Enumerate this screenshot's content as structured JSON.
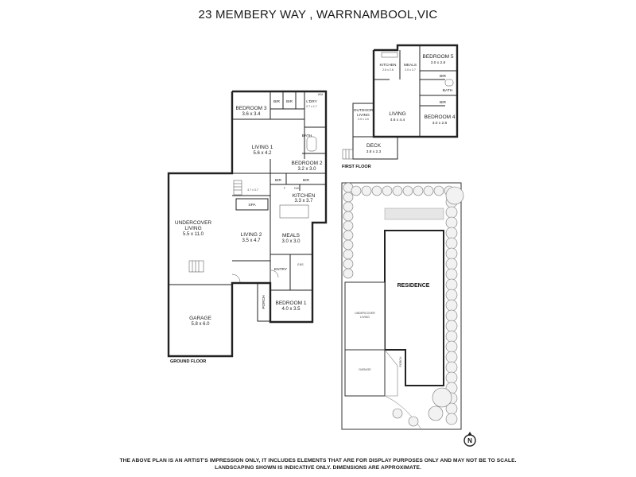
{
  "title": "23 MEMBERY WAY , WARRNAMBOOL,VIC",
  "floors": {
    "ground": "GROUND FLOOR",
    "first": "FIRST FLOOR"
  },
  "ground_rooms": {
    "bedroom3": {
      "name": "BEDROOM 3",
      "dims": "3.6 x 3.4"
    },
    "ldry": {
      "name": "L'DRY",
      "dims": "2.7 x 1.7"
    },
    "wm": {
      "name": "WM"
    },
    "bir1": {
      "name": "BIR"
    },
    "bir2": {
      "name": "BIR"
    },
    "living1": {
      "name": "LIVING 1",
      "dims": "5.6 x 4.2"
    },
    "bath": {
      "name": "BATH"
    },
    "bedroom2": {
      "name": "BEDROOM 2",
      "dims": "3.2 x 3.0"
    },
    "bir3": {
      "name": "BIR"
    },
    "bir4": {
      "name": "BIR"
    },
    "pantry_f": {
      "name": "F"
    },
    "pantry_dw": {
      "name": "DW"
    },
    "stair_dims": {
      "dims": "3.7 x 3.7"
    },
    "kitchen": {
      "name": "KITCHEN",
      "dims": "3.3 x 3.7"
    },
    "spa": {
      "name": "SPA"
    },
    "undercover": {
      "name": "UNDERCOVER",
      "name2": "LIVING",
      "dims": "5.5 x 11.0"
    },
    "living2": {
      "name": "LIVING 2",
      "dims": "3.5 x 4.7"
    },
    "meals": {
      "name": "MEALS",
      "dims": "3.0 x 3.0"
    },
    "ens": {
      "name": "ENS"
    },
    "entry": {
      "name": "ENTRY"
    },
    "porch": {
      "name": "PORCH"
    },
    "bedroom1": {
      "name": "BEDROOM 1",
      "dims": "4.0 x 3.5"
    },
    "garage": {
      "name": "GARAGE",
      "dims": "5.8 x 6.0"
    }
  },
  "first_rooms": {
    "kitchen": {
      "name": "KITCHEN",
      "dims": "2.8 x 2.6"
    },
    "meals": {
      "name": "MEALS",
      "dims": "2.0 x 2.7"
    },
    "bedroom5": {
      "name": "BEDROOM 5",
      "dims": "3.0 x 2.8"
    },
    "bir1": {
      "name": "BIR"
    },
    "bath": {
      "name": "BATH"
    },
    "bir2": {
      "name": "BIR"
    },
    "outdoor": {
      "name": "OUTDOOR",
      "name2": "LIVING",
      "dims": "2.0 x 4.0"
    },
    "living": {
      "name": "LIVING",
      "dims": "4.6 x 4.4"
    },
    "bedroom4": {
      "name": "BEDROOM 4",
      "dims": "3.0 x 2.8"
    },
    "deck": {
      "name": "DECK",
      "dims": "3.8 x 2.3"
    }
  },
  "site": {
    "residence": "RESIDENCE",
    "undercover": "UNDERCOVER",
    "undercover2": "LIVING",
    "garage": "GARAGE",
    "porch": "PORCH"
  },
  "north": "N",
  "disclaimer_line1": "THE ABOVE PLAN IS AN ARTIST'S IMPRESSION ONLY, IT INCLUDES ELEMENTS THAT ARE FOR DISPLAY PURPOSES ONLY AND MAY NOT BE TO SCALE.",
  "disclaimer_line2": "LANDSCAPING SHOWN IS INDICATIVE ONLY. DIMENSIONS ARE APPROXIMATE."
}
